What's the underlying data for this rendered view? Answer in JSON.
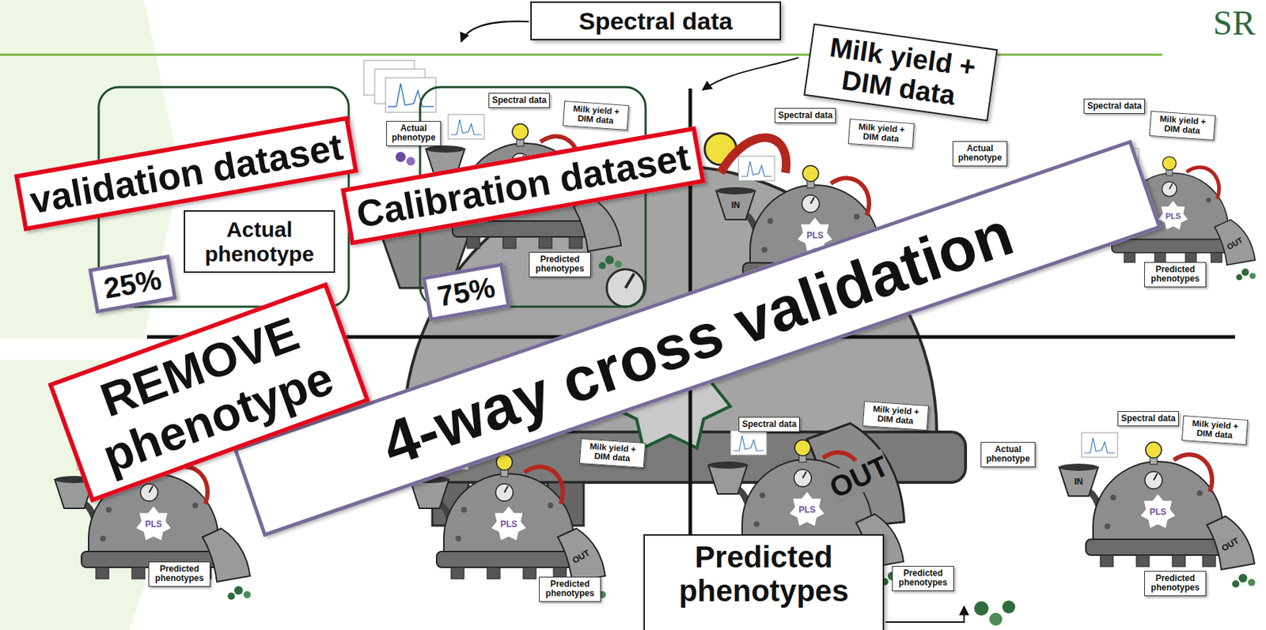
{
  "diagram": {
    "nodes": [
      {
        "text": [
          "Spectral data"
        ]
      },
      {
        "text": [
          "validation dataset"
        ]
      },
      {
        "text": [
          "Actual phenotype"
        ]
      },
      {
        "text": [
          "Spectral data"
        ]
      },
      {
        "text": [
          "Actual phenotype"
        ]
      },
      {
        "text": [
          "Milk yield + DIM data"
        ]
      },
      {
        "text": [
          "Calibration dataset"
        ]
      },
      {
        "text": [
          "Milk yield + DIM data"
        ]
      },
      {
        "text": [
          "Spectral data"
        ]
      },
      {
        "text": [
          "Milk yield + DIM data"
        ]
      },
      {
        "text": [
          "Actual phenotype"
        ]
      },
      {
        "text": [
          "Spectral data"
        ]
      },
      {
        "text": [
          "Milk yield + DIM data"
        ]
      },
      {
        "text": [
          "25%"
        ]
      },
      {
        "text": [
          "75%"
        ]
      },
      {
        "text": [
          "Predicted phenotypes"
        ]
      },
      {
        "text": [
          "Predicted phenotypes"
        ]
      },
      {
        "text": [
          "4-way cross validation"
        ]
      },
      {
        "text": [
          "REMOVE phenotype"
        ]
      },
      {
        "text": [
          "Spectral data"
        ]
      },
      {
        "text": [
          "Milk yield + DIM data"
        ]
      },
      {
        "text": [
          "Spectral data"
        ]
      },
      {
        "text": [
          "Actual phenotype"
        ]
      },
      {
        "text": [
          "Milk yield + DIM data"
        ]
      },
      {
        "text": [
          "Milk yield + DIM data"
        ]
      },
      {
        "text": [
          "Predicted phenotypes"
        ]
      },
      {
        "text": [
          "Predicted phenotypes"
        ]
      },
      {
        "text": [
          "Predicted phenotypes"
        ]
      },
      {
        "text": [
          "Predicted phenotypes"
        ]
      },
      {
        "text": [
          "Predicted phenotypes"
        ]
      }
    ],
    "labels": [
      "SR",
      "OUT",
      "IN",
      "PLS",
      "PLS",
      "OUT",
      "PLS",
      "PLS",
      "OUT",
      "PLS",
      "IN",
      "PLS",
      "OUT"
    ]
  }
}
